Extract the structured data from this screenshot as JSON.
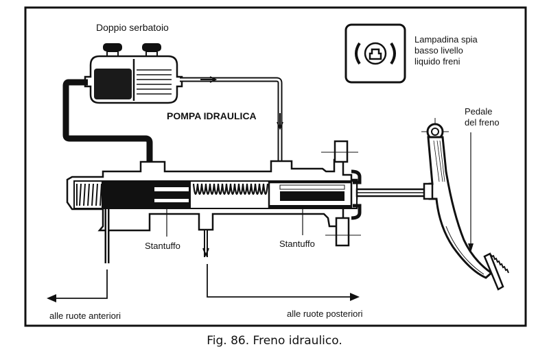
{
  "figure": {
    "caption": "Fig. 86. Freno idraulico.",
    "labels": {
      "reservoir": "Doppio serbatoio",
      "pump": "POMPA IDRAULICA",
      "warning_lamp_line1": "Lampadina spia",
      "warning_lamp_line2": "basso livello",
      "warning_lamp_line3": "liquido freni",
      "pedal_line1": "Pedale",
      "pedal_line2": "del freno",
      "piston_front": "Stantuffo",
      "piston_rear": "Stantuffo",
      "front_wheels": "alle ruote anteriori",
      "rear_wheels": "alle ruote posteriori"
    },
    "icons": {
      "warning_lamp": "brake-fluid-warning-icon"
    },
    "colors": {
      "ink": "#111111",
      "paper": "#ffffff"
    }
  }
}
